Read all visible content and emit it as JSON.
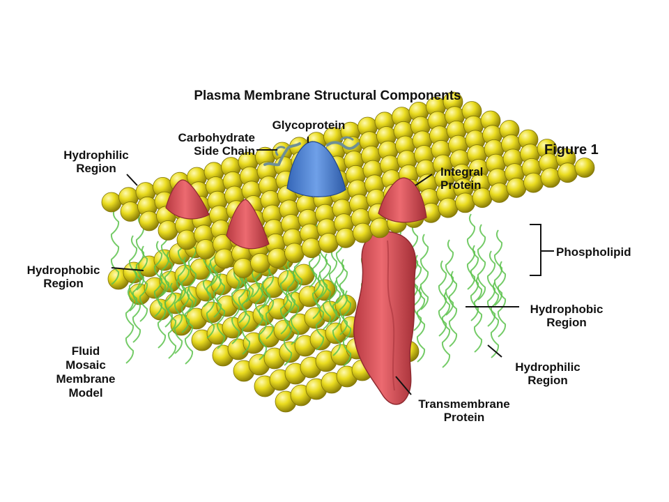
{
  "title": "Plasma Membrane Structural Components",
  "figure_label": "Figure 1",
  "labels": {
    "glycoprotein": "Glycoprotein",
    "carbohydrate_side_chain": "Carbohydrate\nSide Chain",
    "hydrophilic_region_top": "Hydrophilic\nRegion",
    "integral_protein": "Integral\nProtein",
    "phospholipid": "Phospholipid",
    "hydrophobic_region_left": "Hydrophobic\nRegion",
    "hydrophobic_region_right": "Hydrophobic\nRegion",
    "hydrophilic_region_bottom": "Hydrophilic\nRegion",
    "fluid_mosaic_model": "Fluid\nMosaic\nMembrane\nModel",
    "transmembrane_protein": "Transmembrane\nProtein"
  },
  "colors": {
    "phospholipid_head": "#e8dc1c",
    "lipid_tail": "#5cc24c",
    "integral_protein": "#e0555c",
    "glycoprotein": "#4f86d6",
    "carbohydrate_chain": "#6f8f94"
  }
}
